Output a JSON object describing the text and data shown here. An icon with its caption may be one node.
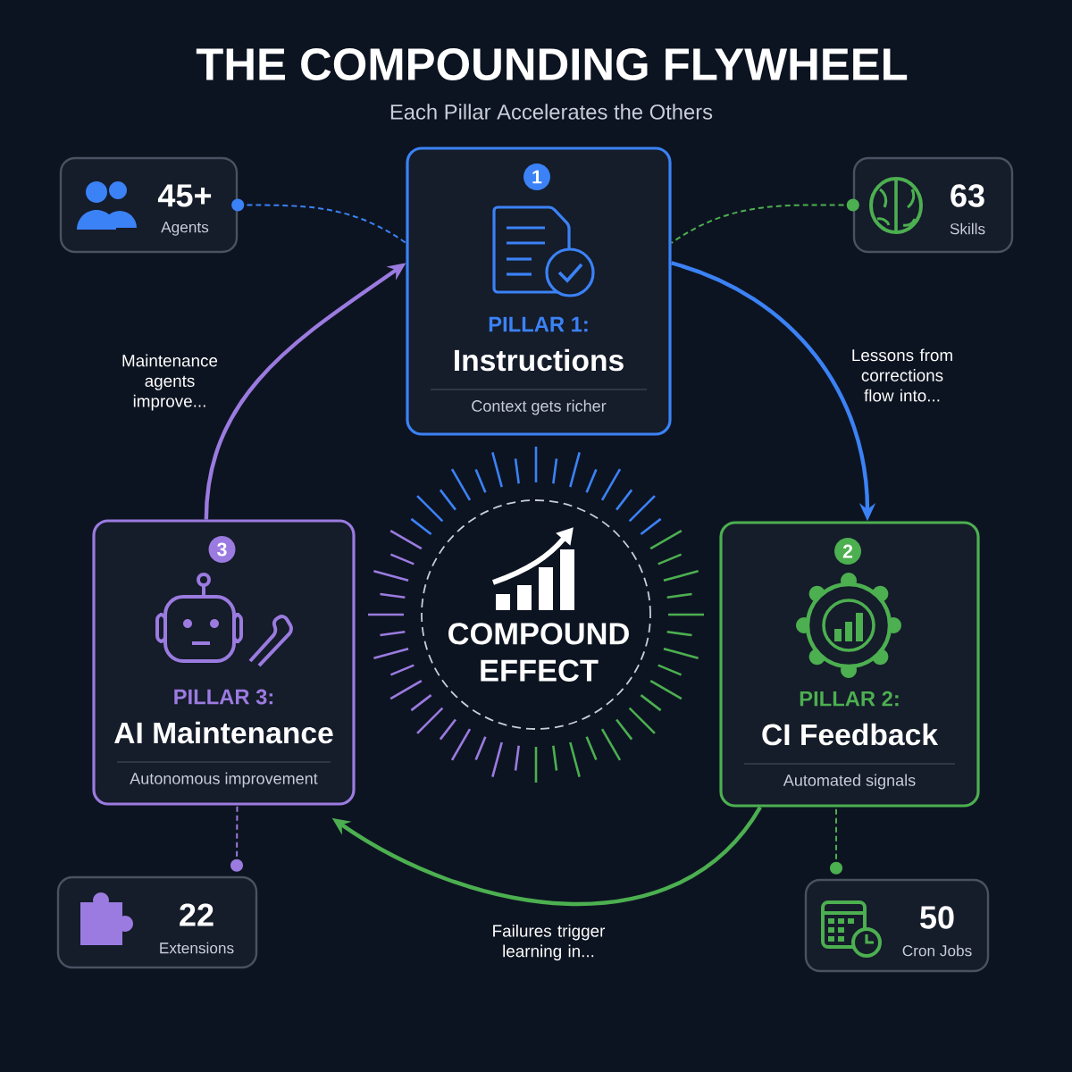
{
  "diagram": {
    "title": "THE COMPOUNDING FLYWHEEL",
    "caption": "Each Pillar Accelerates the Others",
    "nodes": [
      {
        "text": [
          "1",
          "PILLAR 1:",
          "Instructions",
          "Context gets richer"
        ]
      },
      {
        "text": [
          "2",
          "PILLAR 2:",
          "CI Feedback",
          "Automated signals"
        ]
      },
      {
        "text": [
          "3",
          "PILLAR 3:",
          "AI Maintenance",
          "Autonomous improvement"
        ]
      },
      {
        "text": [
          "COMPOUND EFFECT"
        ]
      },
      {
        "text": [
          "45+",
          "Agents"
        ]
      },
      {
        "text": [
          "63",
          "Skills"
        ]
      },
      {
        "text": [
          "22",
          "Extensions"
        ]
      },
      {
        "text": [
          "50",
          "Cron Jobs"
        ]
      }
    ],
    "edges": [
      {
        "from": 0,
        "to": 1,
        "arrow": "to",
        "label": "Lessons from corrections flow into...",
        "color": "#3b82f6",
        "style": "thick"
      },
      {
        "from": 1,
        "to": 2,
        "arrow": "to",
        "label": "Failures trigger learning in...",
        "color": "#4caf50",
        "style": "thick"
      },
      {
        "from": 2,
        "to": 0,
        "arrow": "to",
        "label": "Maintenance agents improve...",
        "color": "#9b7be0",
        "style": "thick"
      },
      {
        "from": 4,
        "to": 0,
        "arrow": "other",
        "style": "dashed",
        "color": "#3b82f6"
      },
      {
        "from": 5,
        "to": 0,
        "arrow": "other",
        "style": "dashed",
        "color": "#4caf50"
      },
      {
        "from": 6,
        "to": 2,
        "arrow": "other",
        "style": "dashed",
        "color": "#9b7be0"
      },
      {
        "from": 7,
        "to": 1,
        "arrow": "other",
        "style": "dashed",
        "color": "#4caf50"
      }
    ]
  }
}
